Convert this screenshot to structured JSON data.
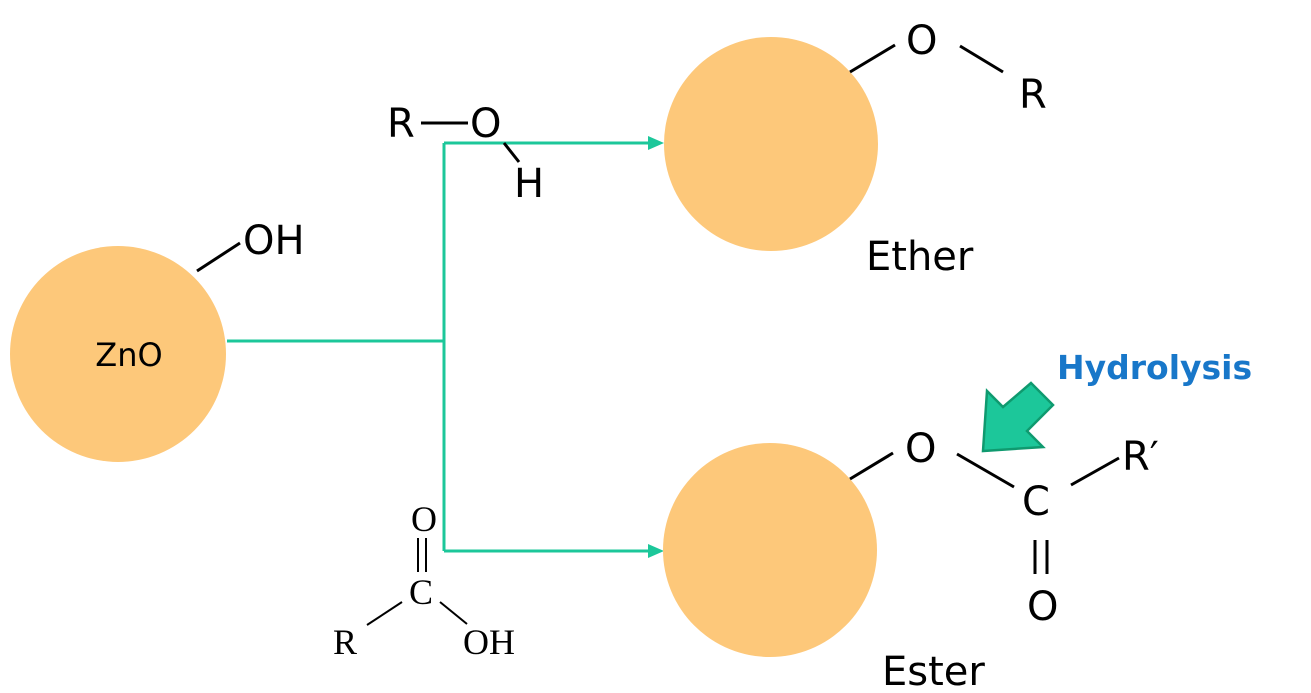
{
  "colors": {
    "particle": "#fdc87a",
    "flow_arrow": "#1cc79a",
    "hydrolysis_arrow": "#1cc79a",
    "hydrolysis_text": "#1877c9"
  },
  "zno_particle": {
    "label": "ZnO",
    "hydroxyl": "OH"
  },
  "alcohol_reagent": {
    "r": "R",
    "o": "O",
    "h": "H"
  },
  "acid_reagent": {
    "carbonyl_o": "O",
    "c": "C",
    "r": "R",
    "oh": "OH"
  },
  "ether_product": {
    "o": "O",
    "r": "R",
    "caption": "Ether"
  },
  "ester_product": {
    "o": "O",
    "c": "C",
    "r_prime": "R′",
    "carbonyl_o": "O",
    "caption": "Ester"
  },
  "hydrolysis": {
    "label": "Hydrolysis",
    "icon": "arrow-down-left-icon"
  }
}
